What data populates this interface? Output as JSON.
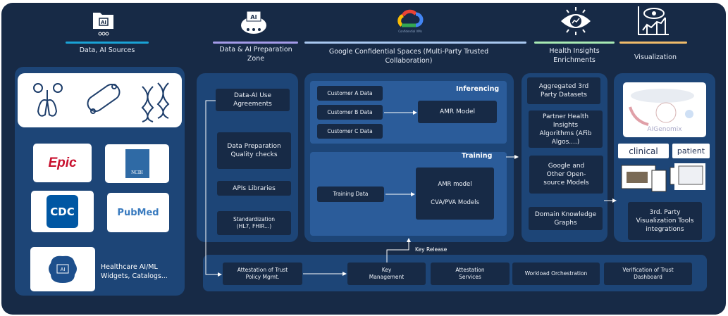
{
  "columns": [
    {
      "title": "Data, AI Sources",
      "icon": "ai-folder-icon",
      "accent": "#1aa3d6"
    },
    {
      "title": "Data & AI Preparation Zone",
      "icon": "ai-cloud-icon",
      "accent": "#a49be8"
    },
    {
      "title": "Google Confidential Spaces (Multi-Party Trusted Collaboration)",
      "icon": "google-cloud-icon",
      "icon_caption": "Confidential VMs",
      "accent": "#a9c8f0"
    },
    {
      "title": "Health Insights Enrichments",
      "icon": "eye-insight-icon",
      "accent": "#a8eab4"
    },
    {
      "title": "Visualization",
      "icon": "eye-chart-icon",
      "accent": "#f1bc6a"
    }
  ],
  "sources": {
    "logos": [
      "Epic",
      "NCBI",
      "CDC",
      "PubMed"
    ],
    "widgets_label": "Healthcare AI/ML Widgets, Catalogs..."
  },
  "prep": [
    "Data-AI Use Agreements",
    "Data Preparation Quality checks",
    "APIs Libraries",
    "Standardization (HL7, FHIR...)"
  ],
  "confidential": {
    "inferencing_label": "Inferencing",
    "customers": [
      "Customer A Data",
      "Customer B Data",
      "Customer C Data"
    ],
    "inference_model": "AMR Model",
    "training_label": "Training",
    "training_data": "Training Data",
    "training_model_1": "AMR model",
    "training_model_2": "CVA/PVA Models"
  },
  "insights": [
    "Aggregated 3rd Party Datasets",
    "Partner Health Insights Algorithms (AFib Algos....)",
    "Google and Other Open-source Models",
    "Domain Knowledge Graphs"
  ],
  "visualization": {
    "image_caption": "AIGenomix",
    "badges": [
      "clinical",
      "patient"
    ],
    "tools": "3rd. Party Visualization Tools integrations"
  },
  "trust": {
    "key_release": "Key Release",
    "items": [
      "Attestation of Trust Policy Mgmt.",
      "Key Management",
      "Attestation Services",
      "Workload Orchestration",
      "Verification of Trust Dashboard"
    ]
  }
}
